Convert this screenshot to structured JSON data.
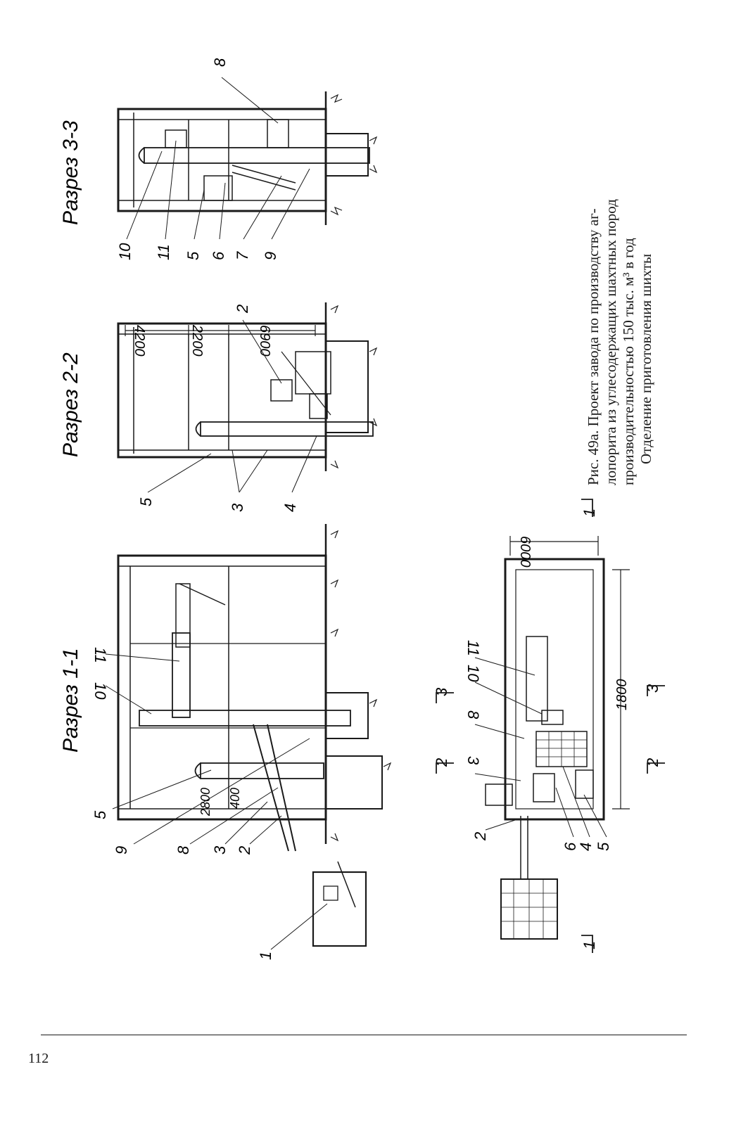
{
  "page": {
    "number": "112"
  },
  "caption": {
    "lines": [
      "Рис. 49а. Проект завода по производству аг-",
      "лопорита из углесодержащих шахтных пород",
      "производительностью 150 тыс. м³ в год",
      "Отделение приготовления шихты"
    ]
  },
  "sections": {
    "s11": {
      "title": "Разрез 1-1",
      "callouts": [
        "11",
        "10",
        "5",
        "9",
        "8",
        "3",
        "2",
        "1"
      ],
      "dims": [
        "2800",
        "400"
      ]
    },
    "s22": {
      "title": "Разрез 2-2",
      "callouts": [
        "5",
        "2",
        "3",
        "4"
      ],
      "dims": [
        "4200",
        "2200",
        "6900"
      ]
    },
    "s33": {
      "title": "Разрез 3-3",
      "callouts": [
        "8",
        "10",
        "11",
        "5",
        "6",
        "7",
        "9"
      ]
    }
  },
  "plan": {
    "callouts": [
      "11",
      "10",
      "8",
      "3",
      "2",
      "6",
      "4",
      "5"
    ],
    "dims": [
      "6000",
      "1800"
    ],
    "markers": [
      "1",
      "1",
      "2",
      "2",
      "3",
      "3"
    ]
  }
}
